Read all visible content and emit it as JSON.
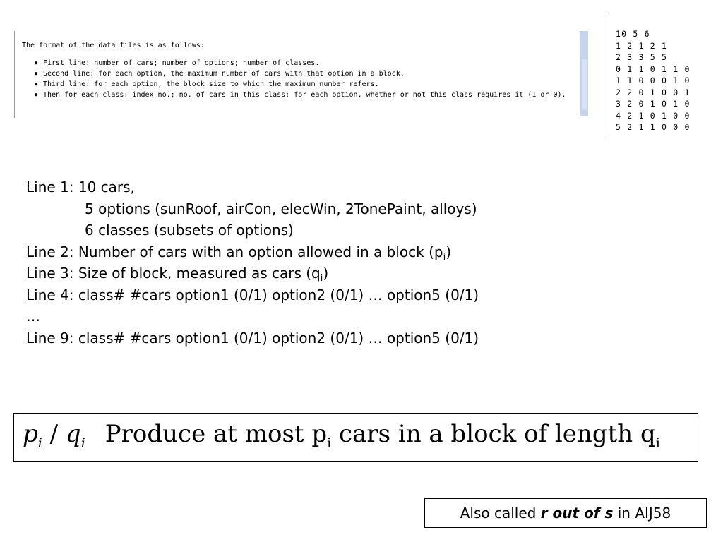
{
  "excerpt": {
    "intro": "The format of the data files is as follows:",
    "bullets": [
      "First line: number of cars; number of options; number of classes.",
      "Second line: for each option, the maximum number of cars with that option in a block.",
      "Third line: for each option, the block size to which the maximum number refers.",
      "Then for each class: index no.; no. of cars in this class; for each option, whether or not this class requires it (1 or 0)."
    ]
  },
  "datafile": {
    "lines": [
      "10 5 6",
      "1 2 1 2 1",
      "2 3 3 5 5",
      "0 1 1 0 1 1 0",
      "1 1 0 0 0 1 0",
      "2 2 0 1 0 0 1",
      "3 2 0 1 0 1 0",
      "4 2 1 0 1 0 0",
      "5 2 1 1 0 0 0"
    ]
  },
  "description": {
    "line1": "Line 1: 10 cars,",
    "line1_options": "5 options (sunRoof, airCon, elecWin, 2TonePaint, alloys)",
    "line1_classes": "6 classes (subsets of options)",
    "line2_text": "Line 2: Number of cars with an option allowed in a block (p",
    "line2_sub": "i",
    "line2_end": ")",
    "line3_text": "Line 3: Size of block, measured as cars (q",
    "line3_sub": "i",
    "line3_end": ")",
    "line4": "Line 4: class# #cars option1 (0/1) option2 (0/1) … option5 (0/1)",
    "ellipsis": "…",
    "line9": "Line 9: class# #cars option1 (0/1) option2 (0/1) … option5 (0/1)"
  },
  "formula": {
    "p": "p",
    "p_sub": "i",
    "slash": " / ",
    "q": "q",
    "q_sub": "i",
    "text_a": "Produce at most p",
    "text_a_sub": "i",
    "text_b": " cars in a block of length q",
    "text_b_sub": "i"
  },
  "note": {
    "prefix": "Also called ",
    "emphasis": "r out of s",
    "suffix": " in AIJ58"
  }
}
